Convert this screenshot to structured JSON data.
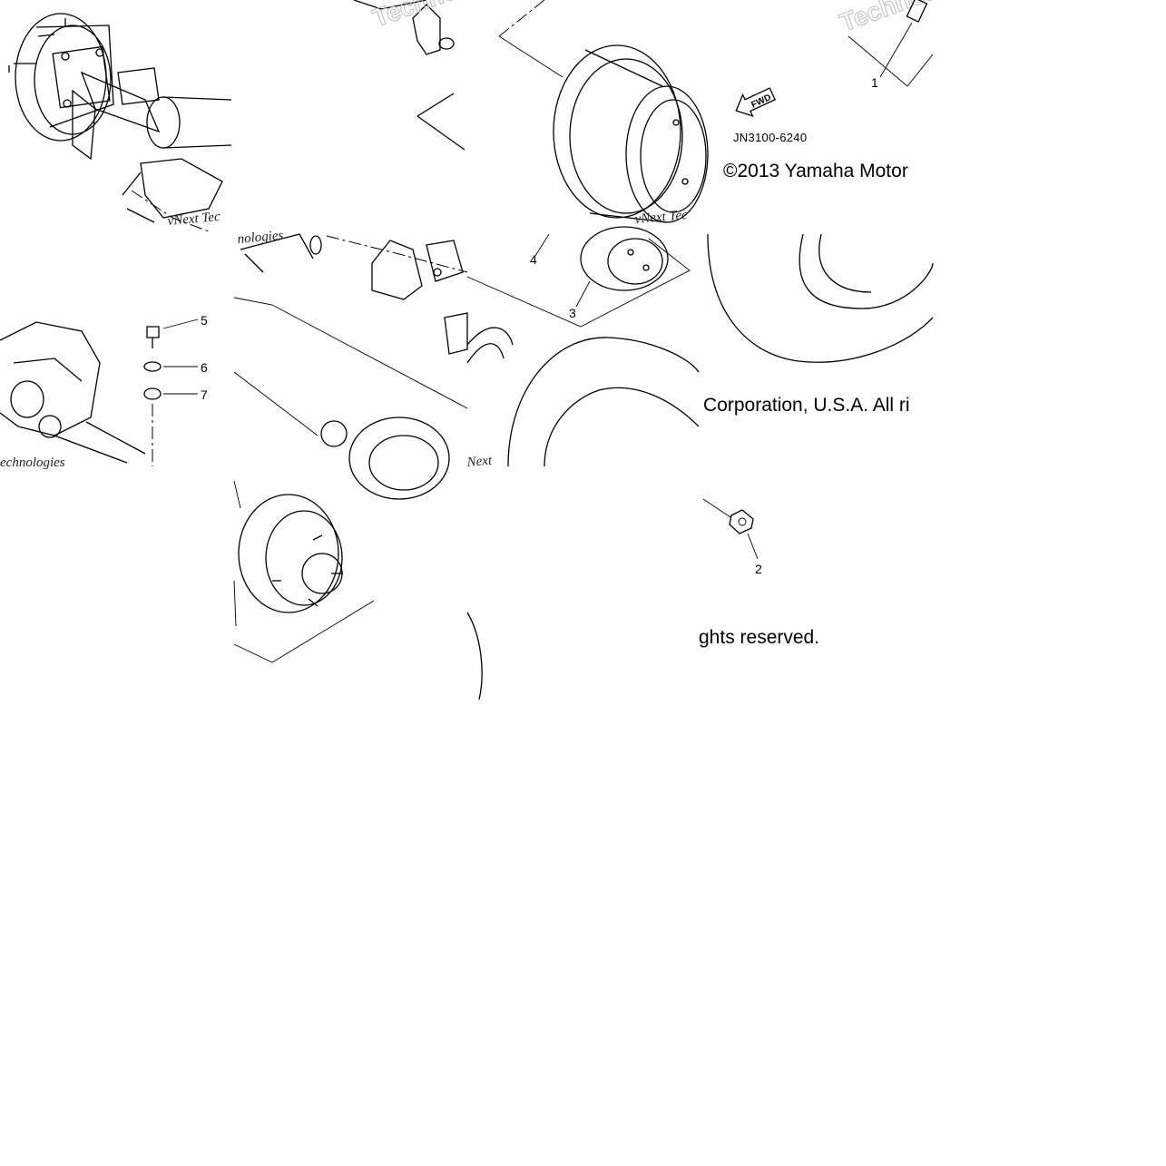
{
  "diagram": {
    "part_code": "JN3100-6240",
    "forward_arrow_label": "FWD",
    "copyright_segments": [
      "©2013 Yamaha Motor",
      "Corporation, U.S.A. All ri",
      "ghts reserved."
    ],
    "watermarks": [
      "Techno",
      "vNext Tec",
      "nologies",
      "echnologies",
      "Next",
      "vNext Tec",
      "Technologies"
    ],
    "callouts": [
      {
        "number": "1"
      },
      {
        "number": "2"
      },
      {
        "number": "3"
      },
      {
        "number": "4"
      },
      {
        "number": "5"
      },
      {
        "number": "6"
      },
      {
        "number": "7"
      }
    ]
  }
}
